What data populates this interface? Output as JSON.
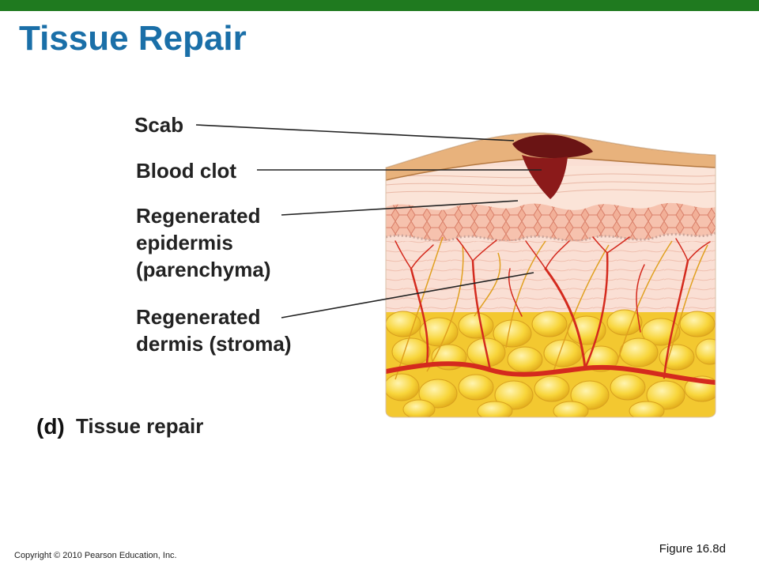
{
  "slide": {
    "title": "Tissue Repair",
    "figure_ref": "Figure 16.8d",
    "copyright": "Copyright © 2010 Pearson Education, Inc."
  },
  "diagram": {
    "labels": {
      "scab": "Scab",
      "blood_clot": "Blood clot",
      "epidermis_1": "Regenerated",
      "epidermis_2": "epidermis",
      "epidermis_3": "(parenchyma)",
      "dermis_1": "Regenerated",
      "dermis_2": "dermis (stroma)"
    },
    "caption": {
      "letter": "(d)",
      "text": "Tissue repair"
    },
    "colors": {
      "scab": "#e8b27c",
      "blood_clot": "#8b1a1a",
      "epidermis": "#f0a890",
      "dermis": "#f8d8cc",
      "adipose": "#f7d23a",
      "vessel": "#d42a1e",
      "nerve": "#e0a020"
    }
  }
}
